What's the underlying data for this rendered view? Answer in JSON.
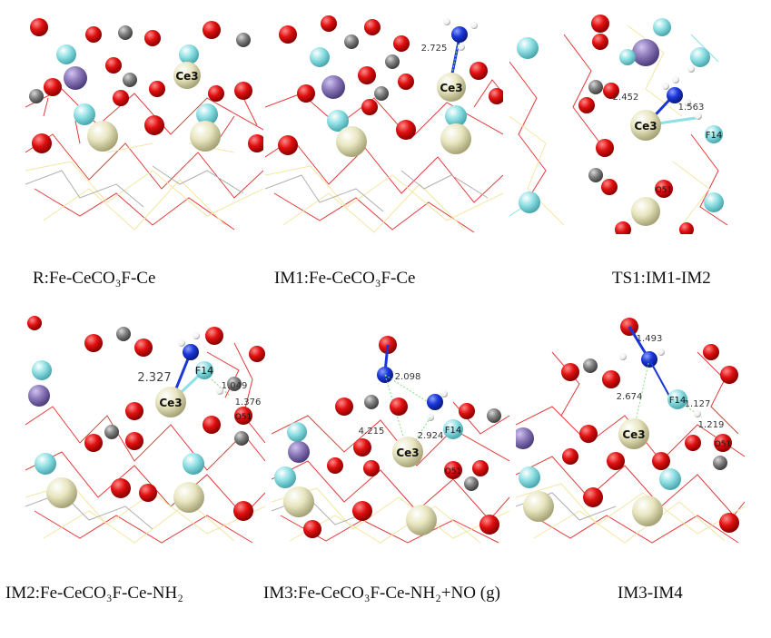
{
  "panels": [
    {
      "caption": "R:Fe-CeCO₃F-Ce",
      "atom_labels": [
        "Ce3"
      ],
      "distances": []
    },
    {
      "caption": "IM1:Fe-CeCO₃F-Ce",
      "atom_labels": [
        "Ce3"
      ],
      "distances": [
        "2.725"
      ]
    },
    {
      "caption": "TS1:IM1-IM2",
      "atom_labels": [
        "Ce3",
        "F14",
        "O51"
      ],
      "distances": [
        "2.452",
        "1.563"
      ]
    },
    {
      "caption": "IM2:Fe-CeCO₃F-Ce-NH₂",
      "atom_labels": [
        "Ce3",
        "F14",
        "O51"
      ],
      "distances": [
        "2.327",
        "1.049",
        "1.376"
      ]
    },
    {
      "caption": "IM3:Fe-CeCO₃F-Ce-NH₂+NO (g)",
      "atom_labels": [
        "Ce3",
        "F14",
        "O51"
      ],
      "distances": [
        "2.098",
        "4.215",
        "2.924"
      ]
    },
    {
      "caption": "IM3-IM4",
      "atom_labels": [
        "Ce3",
        "F14",
        "O51"
      ],
      "distances": [
        "1.493",
        "2.674",
        "1.127",
        "1.219"
      ]
    }
  ],
  "colors": {
    "oxygen": "#e01010",
    "cerium": "#e8e6c0",
    "fluorine": "#8fe0e4",
    "iron": "#8a78b8",
    "carbon": "#808080",
    "nitrogen": "#1a36d8",
    "hydrogen": "#ffffff",
    "bond_wire": "#e33b3b",
    "bond_wire_light": "#f2e7a4",
    "bond_wire_grey": "#b0b0b0"
  }
}
